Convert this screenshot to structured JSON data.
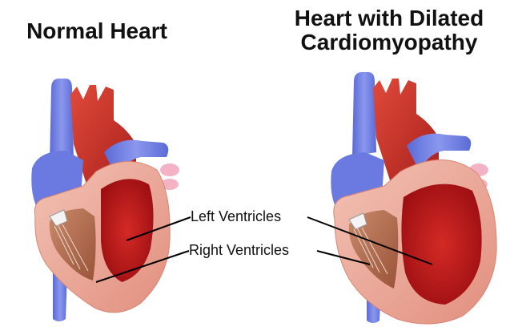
{
  "titles": {
    "normal": "Normal Heart",
    "dilated_line1": "Heart with Dilated",
    "dilated_line2": "Cardiomyopathy"
  },
  "labels": {
    "left_ventricles": "Left Ventricles",
    "right_ventricles": "Right Ventricles"
  },
  "colors": {
    "vein_blue": "#6f7fe0",
    "aorta_red": "#c82a22",
    "muscle_pink": "#e9a79a",
    "chamber_dark_red": "#b4151a",
    "right_ventricle_brown": "#b06a4f"
  }
}
